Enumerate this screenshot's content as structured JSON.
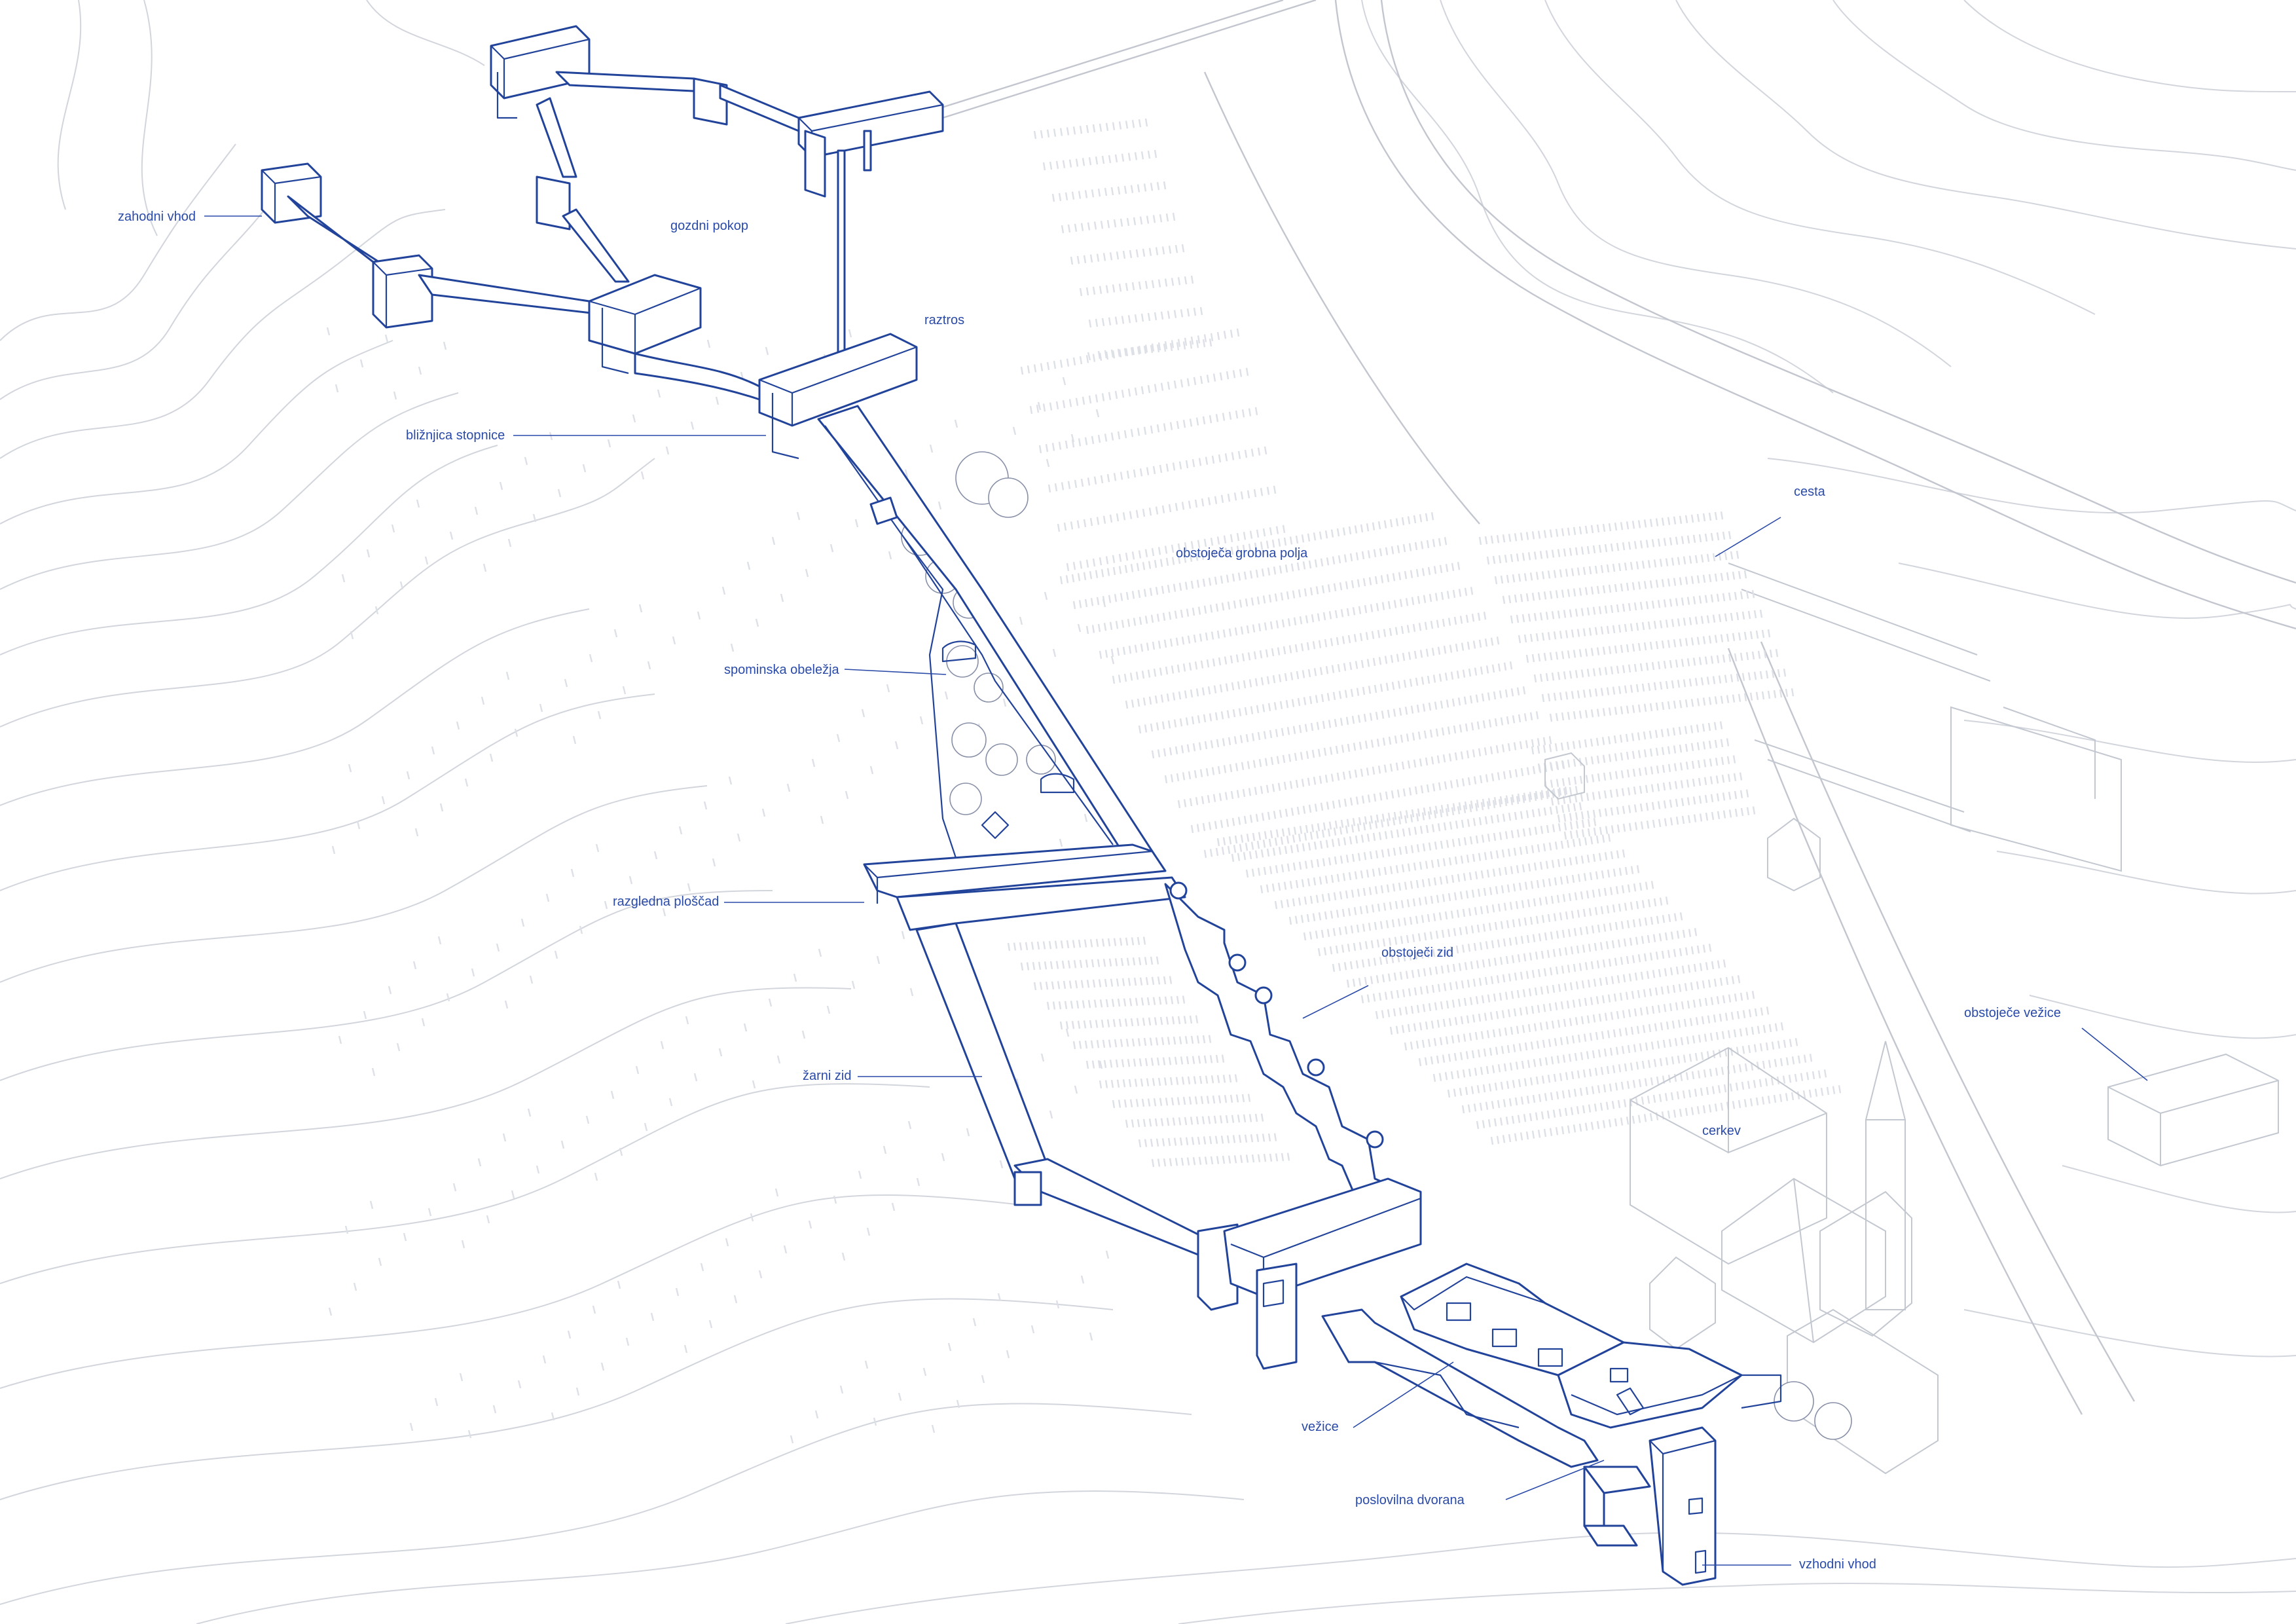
{
  "colors": {
    "accent": "#22439a",
    "label": "#2a4aa8",
    "context": "#c3c6cf"
  },
  "labels": {
    "zahodni_vhod": "zahodni vhod",
    "gozdni_pokop": "gozdni pokop",
    "raztros": "raztros",
    "bliznjica_stopnice": "bližnjica stopnice",
    "cesta": "cesta",
    "obstojeca_grobna_polja": "obstoječa grobna polja",
    "spominska_obelezja": "spominska obeležja",
    "razgledna_ploscad": "razgledna ploščad",
    "obstojeci_zid": "obstoječi zid",
    "obstojece_vezice": "obstoječe vežice",
    "zarni_zid": "žarni zid",
    "cerkev": "cerkev",
    "vezice": "vežice",
    "poslovilna_dvorana": "poslovilna dvorana",
    "vzhodni_vhod": "vzhodni vhod"
  }
}
